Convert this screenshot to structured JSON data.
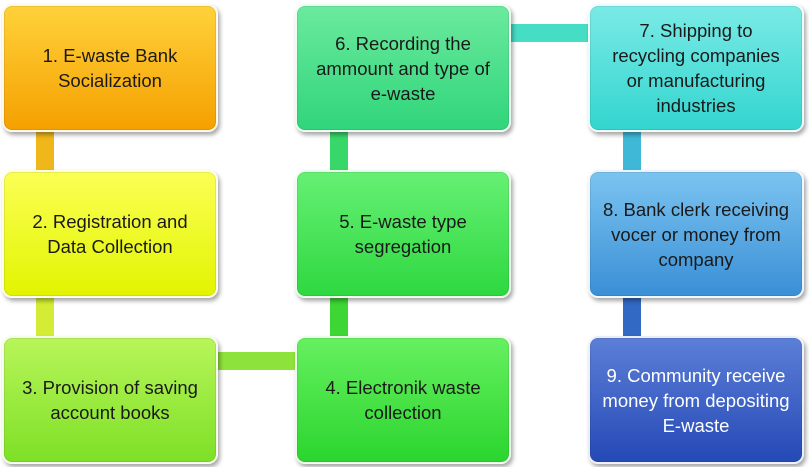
{
  "diagram": {
    "steps": [
      {
        "label": "1. E-waste Bank Socialization",
        "color_top": "#FFD23A",
        "color_bottom": "#F5A000"
      },
      {
        "label": "2. Registration and Data Collection",
        "color_top": "#FBFF55",
        "color_bottom": "#E2F400"
      },
      {
        "label": "3. Provision of saving account books",
        "color_top": "#B8F55A",
        "color_bottom": "#7EE026"
      },
      {
        "label": "4. Electronik waste collection",
        "color_top": "#66F060",
        "color_bottom": "#2BD52E"
      },
      {
        "label": "5. E-waste type segregation",
        "color_top": "#66F074",
        "color_bottom": "#2ED840"
      },
      {
        "label": "6. Recording the ammount and type of e-waste",
        "color_top": "#6BEA9E",
        "color_bottom": "#30D57A"
      },
      {
        "label": "7. Shipping to recycling companies or manufacturing industries",
        "color_top": "#7AEAE6",
        "color_bottom": "#33D5CF"
      },
      {
        "label": "8. Bank clerk receiving vocer or money from company",
        "color_top": "#7BC4F0",
        "color_bottom": "#3A8FD6"
      },
      {
        "label": "9.  Community receive money from depositing E-waste",
        "color_top": "#5C7FD8",
        "color_bottom": "#2549B5"
      }
    ],
    "connector_colors": {
      "c1_2": "#F0B71A",
      "c2_3": "#D4EC36",
      "c3_4": "#8EE23C",
      "c4_5": "#3DD634",
      "c5_6": "#38D76A",
      "c6_7": "#45DDC4",
      "c7_8": "#3FB8D8",
      "c8_9": "#3169C4"
    }
  }
}
